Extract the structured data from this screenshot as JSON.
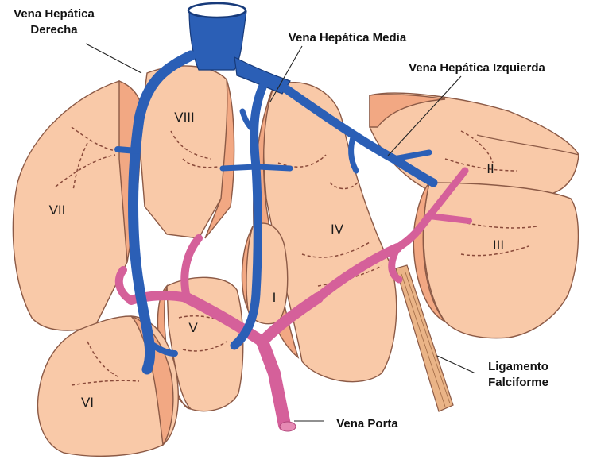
{
  "labels": {
    "right_hepatic_vein": [
      "Vena Hepática",
      "Derecha"
    ],
    "middle_hepatic_vein": "Vena Hepática Media",
    "left_hepatic_vein": "Vena Hepática Izquierda",
    "falciform_ligament": [
      "Ligamento",
      "Falciforme"
    ],
    "portal_vein": "Vena Porta"
  },
  "segments": {
    "I": "I",
    "II": "II",
    "III": "III",
    "IV": "IV",
    "V": "V",
    "VI": "VI",
    "VII": "VII",
    "VIII": "VIII"
  },
  "colors": {
    "parenchyma": "#f9c9a8",
    "parenchyma_cut": "#f2a883",
    "hepatic_vein": "#2b5fb6",
    "portal_vein": "#d5609a",
    "ligament": "#eab487"
  }
}
